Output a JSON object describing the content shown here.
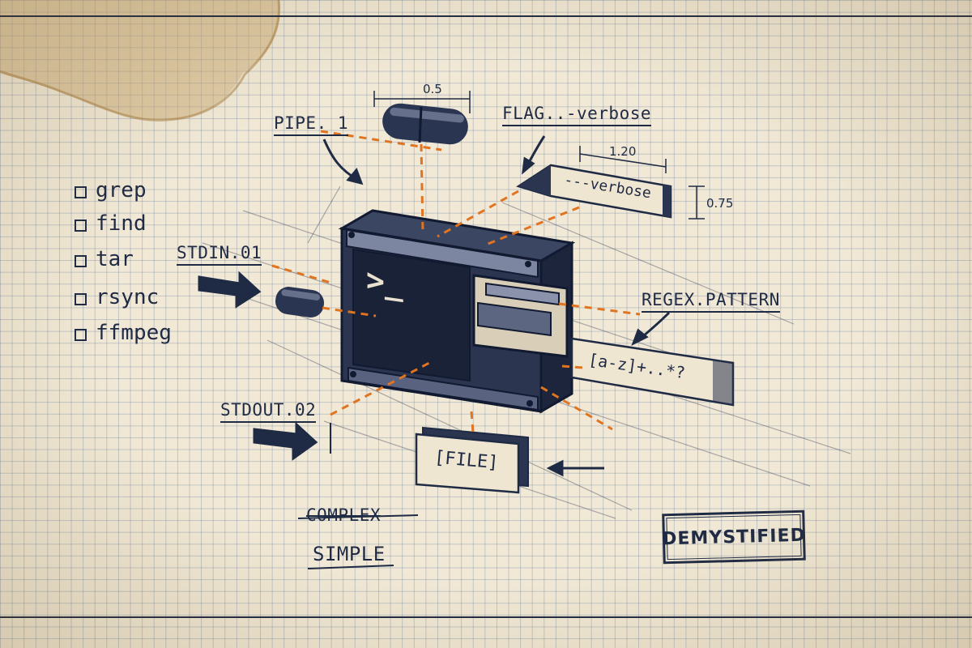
{
  "colors": {
    "ink": "#1f2a44",
    "accent": "#e07420",
    "paper": "#f1e9d6",
    "stain": "#c7a36a"
  },
  "checklist": [
    "grep",
    "find",
    "tar",
    "rsync",
    "ffmpeg"
  ],
  "labels": {
    "pipe": "PIPE. 1",
    "flag": "FLAG..-verbose",
    "stdin": "STDIN.01",
    "stdout": "STDOUT.02",
    "regex_title": "REGEX.PATTERN",
    "complex": "COMPLEX",
    "simple": "SIMPLE",
    "stamp": "DEMYSTIFIED"
  },
  "dimensions": {
    "pipe_width": "0.5",
    "flag_width": "1.20",
    "flag_height": "0.75"
  },
  "terminal": {
    "prompt": ">_"
  },
  "tags": {
    "verbose": "---verbose",
    "regex": "[a-z]+..*?",
    "file": "[FILE]"
  }
}
